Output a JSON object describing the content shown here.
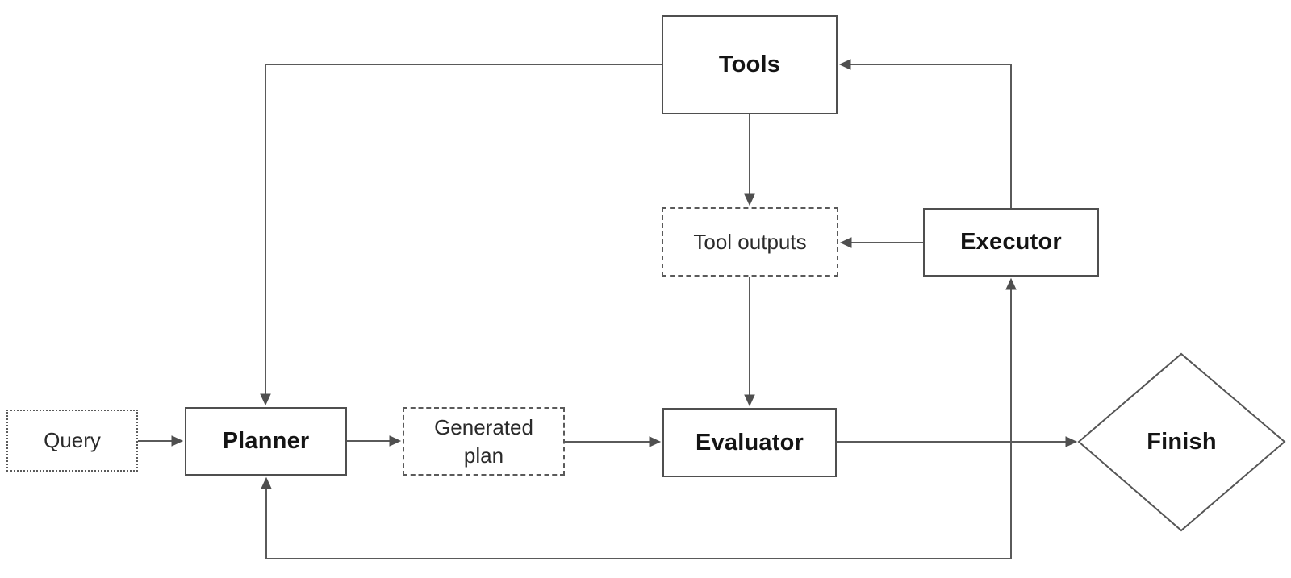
{
  "diagram": {
    "background_color": "#ffffff",
    "line_color": "#5a5a5a",
    "arrowhead_color": "#4f4f4f",
    "text_color": "#1c1c1c",
    "nodes": {
      "query": {
        "label": "Query",
        "shape": "rectangle",
        "border": "dotted",
        "emphasis": "regular"
      },
      "planner": {
        "label": "Planner",
        "shape": "rectangle",
        "border": "solid",
        "emphasis": "bold"
      },
      "generated_plan": {
        "label": "Generated plan",
        "shape": "rectangle",
        "border": "dashed",
        "emphasis": "regular"
      },
      "evaluator": {
        "label": "Evaluator",
        "shape": "rectangle",
        "border": "solid",
        "emphasis": "bold"
      },
      "tools": {
        "label": "Tools",
        "shape": "rectangle",
        "border": "solid",
        "emphasis": "bold"
      },
      "tool_outputs": {
        "label": "Tool outputs",
        "shape": "rectangle",
        "border": "dashed",
        "emphasis": "regular"
      },
      "executor": {
        "label": "Executor",
        "shape": "rectangle",
        "border": "solid",
        "emphasis": "bold"
      },
      "finish": {
        "label": "Finish",
        "shape": "diamond",
        "border": "solid",
        "emphasis": "bold"
      }
    },
    "edges": [
      {
        "from": "query",
        "to": "planner"
      },
      {
        "from": "planner",
        "to": "generated_plan"
      },
      {
        "from": "generated_plan",
        "to": "evaluator"
      },
      {
        "from": "evaluator",
        "to": "finish"
      },
      {
        "from": "tools",
        "to": "tool_outputs"
      },
      {
        "from": "tool_outputs",
        "to": "evaluator"
      },
      {
        "from": "executor",
        "to": "tool_outputs"
      },
      {
        "from": "executor",
        "to": "tools"
      },
      {
        "from": "tools",
        "to": "planner"
      },
      {
        "from": "evaluator",
        "to": "executor"
      },
      {
        "from": "evaluator",
        "to": "planner"
      }
    ]
  }
}
